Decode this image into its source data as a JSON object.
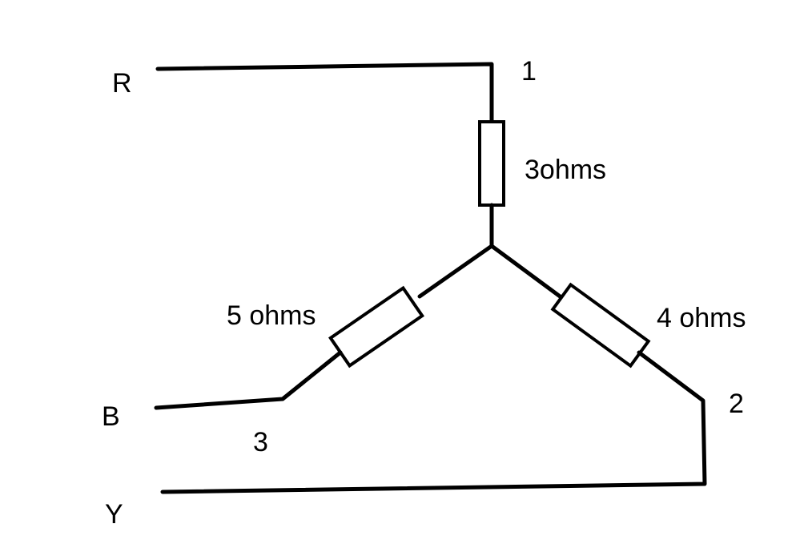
{
  "diagram": {
    "type": "star-connected resistor network",
    "line_color": "#000000",
    "background_color": "#ffffff",
    "lines": {
      "r": "R",
      "b": "B",
      "y": "Y"
    },
    "nodes": {
      "n1": "1",
      "n2": "2",
      "n3": "3"
    },
    "resistors": {
      "r1": {
        "label": "3ohms",
        "value_ohms": 3
      },
      "r2": {
        "label": "4 ohms",
        "value_ohms": 4
      },
      "r3": {
        "label": "5 ohms",
        "value_ohms": 5
      }
    }
  }
}
